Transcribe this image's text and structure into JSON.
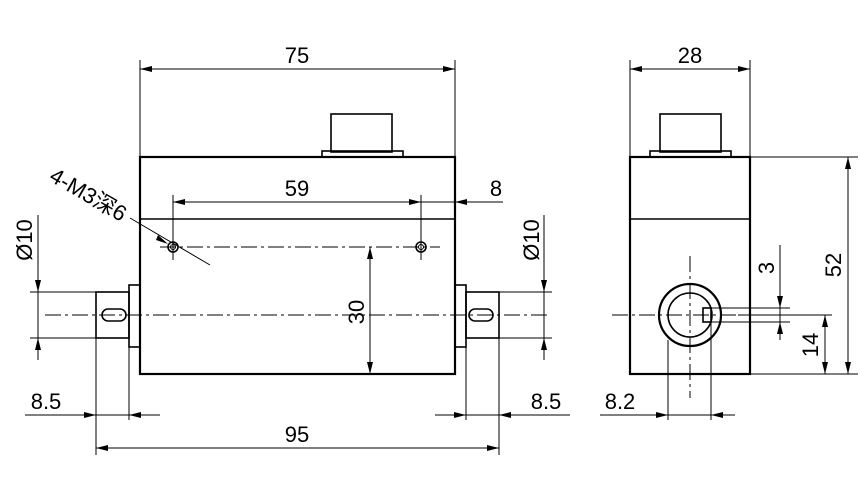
{
  "dimensions": {
    "total_length_body": "75",
    "hole_spacing": "59",
    "hole_offset": "8",
    "thread_note": "4-M3深6",
    "shaft_dia_left": "Ø10",
    "shaft_dia_right": "Ø10",
    "height_30": "30",
    "shaft_len_left": "8.5",
    "shaft_len_right": "8.5",
    "overall_length": "95",
    "side_width": "28",
    "side_height": "52",
    "key_width": "3",
    "shaft_center_height": "14",
    "key_depth": "8.2"
  }
}
